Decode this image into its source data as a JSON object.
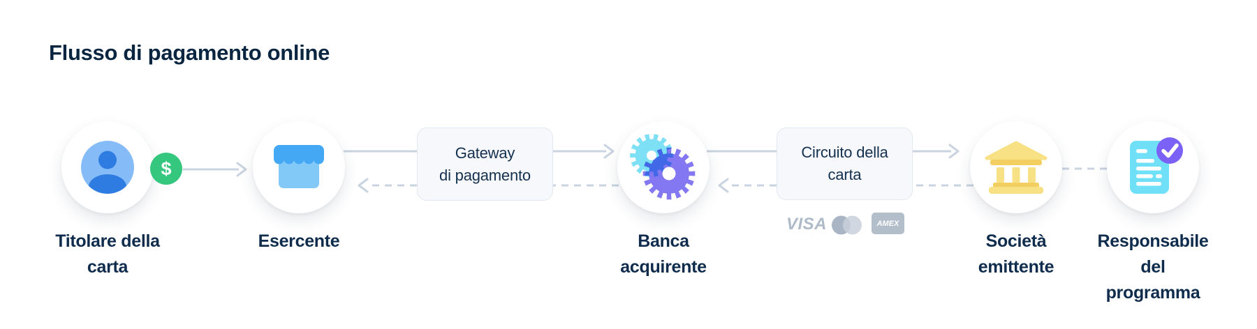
{
  "title": "Flusso di pagamento online",
  "nodes": {
    "cardholder": {
      "label": "Titolare della\ncarta",
      "icon": "person-icon"
    },
    "merchant": {
      "label": "Esercente",
      "icon": "storefront-icon"
    },
    "gateway": {
      "label": "Gateway\ndi pagamento"
    },
    "acquirer": {
      "label": "Banca\nacquirente",
      "icon": "gears-icon"
    },
    "network": {
      "label": "Circuito della\ncarta"
    },
    "issuer": {
      "label": "Società\nemittente",
      "icon": "bank-icon"
    },
    "program_manager": {
      "label": "Responsabile\ndel programma",
      "icon": "document-check-icon"
    }
  },
  "badge": {
    "dollar": "$"
  },
  "card_logos": {
    "visa": "VISA",
    "mastercard": "mastercard-circles-icon",
    "amex": "AMEX"
  },
  "colors": {
    "navy_text": "#0A2540",
    "connector_gray": "#C9D4E0",
    "badge_green": "#36C77E",
    "person_light_blue": "#85BBF7",
    "person_dark_blue": "#2E7CE1",
    "store_awning_blue": "#44A8F5",
    "store_body_blue": "#82C9F8",
    "gear_cyan": "#7EE0F4",
    "gear_purple": "#8478F2",
    "bank_yellow_light": "#F8E084",
    "bank_yellow_dark": "#F3CE60",
    "doc_cyan": "#6FE0F8",
    "check_badge_purple": "#7B61F6",
    "box_bg": "#F6F8FB",
    "box_border": "#E2E8F0",
    "logo_gray": "#B3BECB"
  }
}
